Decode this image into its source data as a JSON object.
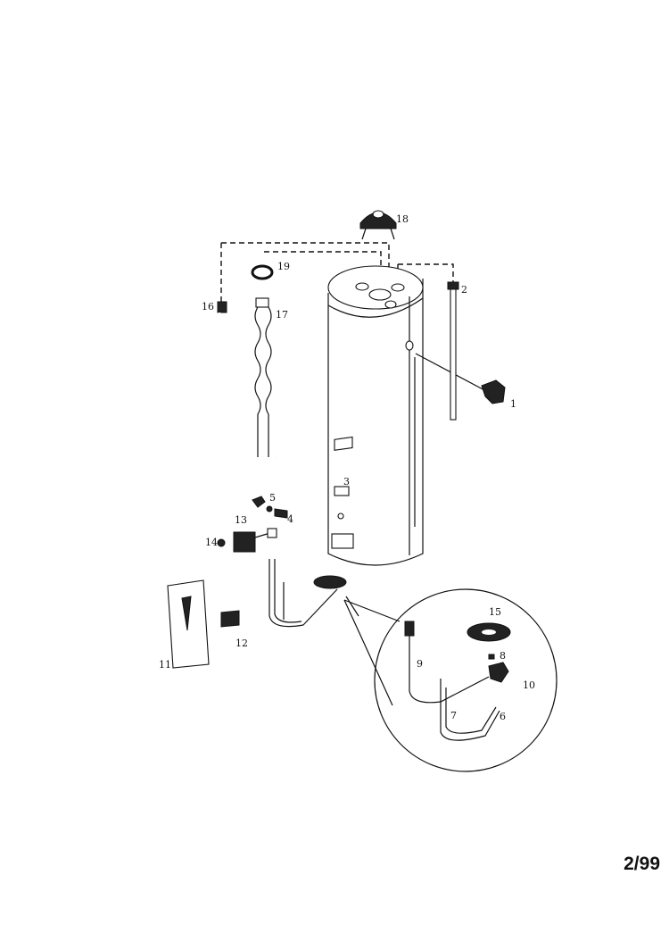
{
  "diagram": {
    "part_numbers": [
      "1",
      "2",
      "3",
      "4",
      "5",
      "6",
      "7",
      "8",
      "9",
      "10",
      "11",
      "12",
      "13",
      "14",
      "15",
      "16",
      "17",
      "18",
      "19"
    ]
  },
  "footer": {
    "page_code": "2/99"
  }
}
